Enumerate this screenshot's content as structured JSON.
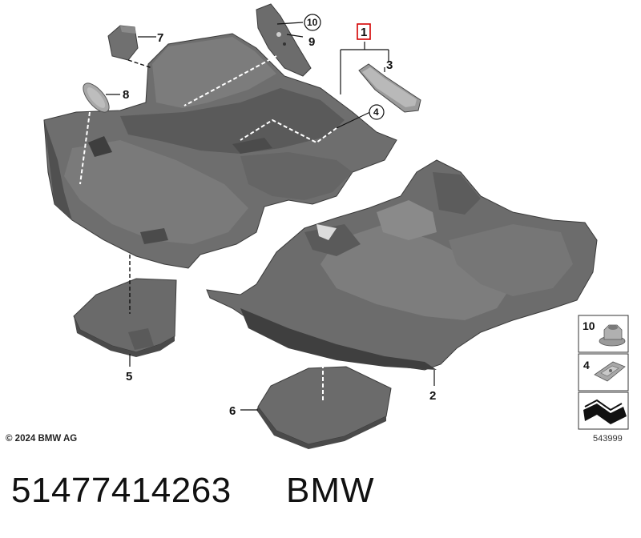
{
  "callouts": {
    "c1": "1",
    "c2": "2",
    "c3": "3",
    "c4": "4",
    "c5": "5",
    "c6": "6",
    "c7": "7",
    "c8": "8",
    "c9": "9",
    "c10": "10"
  },
  "legend": {
    "item_10": "10",
    "item_4": "4"
  },
  "footer": {
    "copyright": "© 2024 BMW AG",
    "diagram_id": "543999",
    "part_number": "51477414263",
    "brand": "BMW"
  },
  "colors": {
    "part_fill": "#6d6d6d",
    "part_dark": "#4a4a4a",
    "part_light": "#8d8d8d",
    "highlight_box": "#d40000"
  }
}
